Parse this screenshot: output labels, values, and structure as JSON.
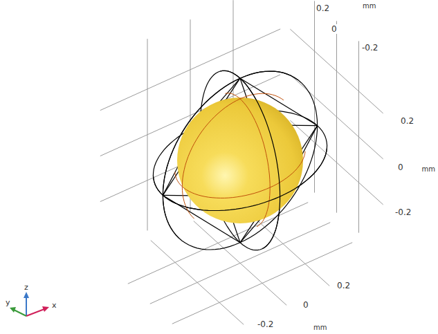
{
  "diagram": {
    "labels": [
      "0.2",
      "mm",
      "0",
      "-0.2",
      "0.2",
      "0",
      "mm",
      "-0.2",
      "0.2",
      "0",
      "-0.2",
      "mm",
      "z",
      "y",
      "x"
    ]
  }
}
